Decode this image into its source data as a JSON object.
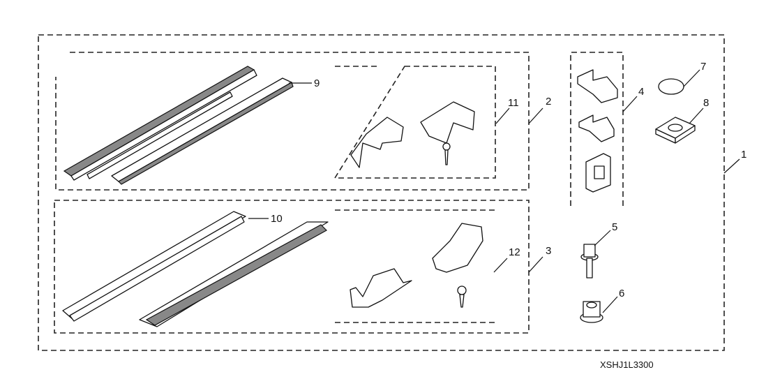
{
  "figure": {
    "code": "XSHJ1L3300",
    "callouts": {
      "c1": "1",
      "c2": "2",
      "c3": "3",
      "c4": "4",
      "c5": "5",
      "c6": "6",
      "c7": "7",
      "c8": "8",
      "c9": "9",
      "c10": "10",
      "c11": "11",
      "c12": "12"
    },
    "groups": [
      {
        "callout": "1",
        "description": "complete kit (outer dashed boundary)"
      },
      {
        "callout": "2",
        "description": "upper rail set with end caps"
      },
      {
        "callout": "3",
        "description": "lower rail set with end caps"
      },
      {
        "callout": "4",
        "description": "mounting bracket set"
      },
      {
        "callout": "11",
        "description": "upper end cap set with screw"
      },
      {
        "callout": "12",
        "description": "lower end cap set with screw"
      }
    ],
    "parts": [
      {
        "callout": "5",
        "description": "flange bolt"
      },
      {
        "callout": "6",
        "description": "flange nut"
      },
      {
        "callout": "7",
        "description": "round cap / plug"
      },
      {
        "callout": "8",
        "description": "square washer"
      },
      {
        "callout": "9",
        "description": "upper rails (pair)"
      },
      {
        "callout": "10",
        "description": "lower rails (pair)"
      }
    ]
  }
}
